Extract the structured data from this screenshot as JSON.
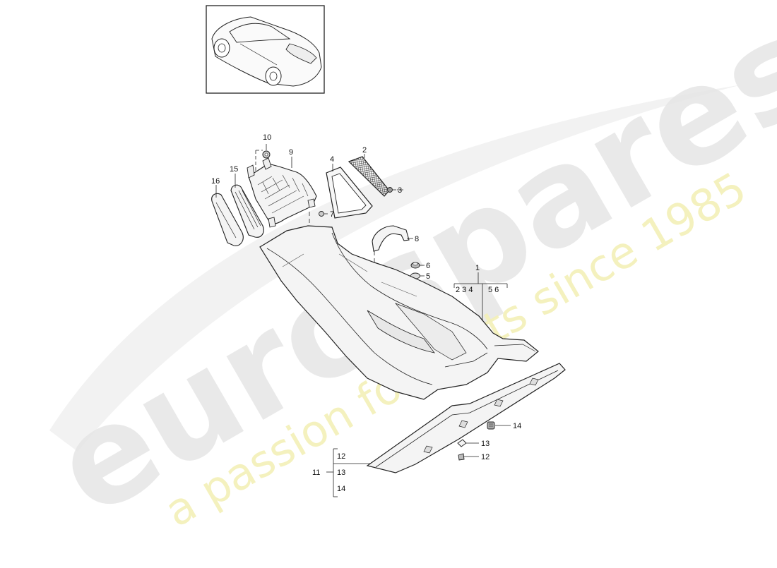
{
  "watermark": {
    "brand": "eurospares",
    "tagline": "a passion for parts since 1985",
    "brand_color": "#e6e6e6",
    "tagline_color": "#f3f0b8"
  },
  "colors": {
    "line": "#222222",
    "part_fill": "#f4f4f4",
    "shade": "#d8d8d8"
  },
  "callouts": {
    "c1": "1",
    "c2": "2",
    "c3": "3",
    "c4": "4",
    "c5": "5",
    "c6": "6",
    "c7": "7",
    "c8": "8",
    "c9": "9",
    "c10": "10",
    "c12": "12",
    "c13": "13",
    "c14": "14",
    "c15": "15",
    "c16": "16"
  },
  "group_1": {
    "label": "1",
    "items": [
      "2 3 4",
      "5 6"
    ]
  },
  "group_11": {
    "label": "11",
    "items": [
      "12",
      "13",
      "14"
    ]
  }
}
